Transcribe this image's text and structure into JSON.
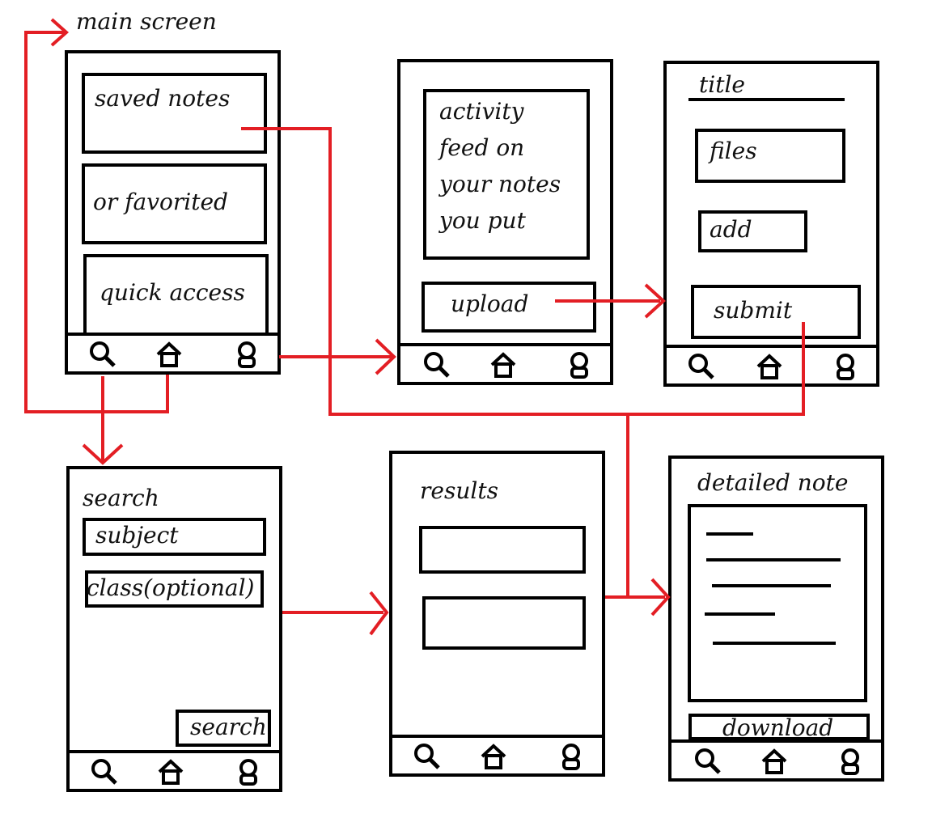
{
  "colors": {
    "frame": "#000000",
    "arrow": "#e31e24"
  },
  "main_screen": {
    "title": "main screen",
    "saved_notes": "saved notes",
    "favorited": "or favorited",
    "quick_access": "quick access"
  },
  "activity_screen": {
    "feed_lines": [
      "activity",
      "feed on",
      "your notes",
      "you put"
    ],
    "upload": "upload"
  },
  "upload_form": {
    "title": "title",
    "files": "files",
    "add": "add",
    "submit": "submit"
  },
  "search_screen": {
    "title": "search",
    "subject": "subject",
    "class_field": "class(optional)",
    "search_button": "search"
  },
  "results_screen": {
    "title": "results"
  },
  "detail_screen": {
    "title": "detailed note",
    "download": "download"
  },
  "nav_icons": [
    "search-icon",
    "home-icon",
    "profile-icon"
  ]
}
